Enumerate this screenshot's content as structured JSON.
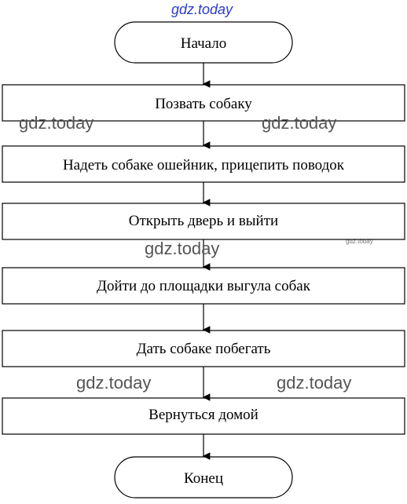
{
  "flowchart": {
    "start": "Начало",
    "steps": [
      "Позвать собаку",
      "Надеть собаке ошейник, прицепить поводок",
      "Открыть дверь и выйти",
      "Дойти до площадки выгула собак",
      "Дать собаке побегать",
      "Вернуться домой"
    ],
    "end": "Конец"
  },
  "watermarks": {
    "top": "gdz.today",
    "w1": "gdz.today",
    "w2": "gdz.today",
    "w3": "gdz.today",
    "w4": "gdz.today",
    "w5": "gdz.today",
    "w6": "gdz.today"
  }
}
